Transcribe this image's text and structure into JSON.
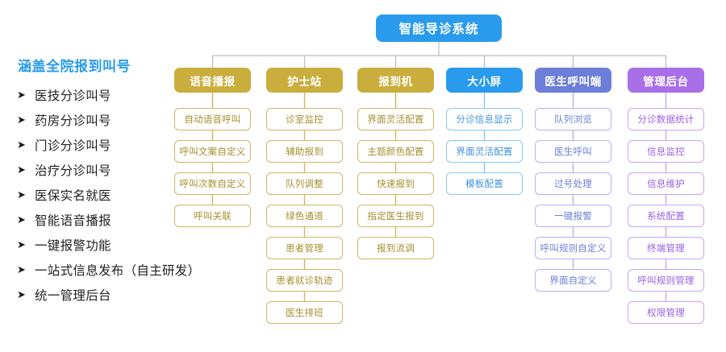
{
  "sidebar": {
    "title": "涵盖全院报到叫号",
    "bullet_glyph": "➤",
    "items": [
      "医技分诊叫号",
      "药房分诊叫号",
      "门诊分诊叫号",
      "治疗分诊叫号",
      "医保实名就医",
      "智能语音播报",
      "一键报警功能",
      "一站式信息发布（自主研发）",
      "统一管理后台"
    ]
  },
  "diagram": {
    "root": {
      "label": "智能导诊系统",
      "color": "#2a9bec"
    },
    "connector_color": "#b9bcc4",
    "columns": [
      {
        "header": "语音播报",
        "header_color": "#c9ae3e",
        "node_border_color": "#cdb765",
        "node_text_color": "#a68f2e",
        "items": [
          "自动语音呼叫",
          "呼叫文案自定义",
          "呼叫次数自定义",
          "呼叫关联"
        ]
      },
      {
        "header": "护士站",
        "header_color": "#c9ae3e",
        "node_border_color": "#cdb765",
        "node_text_color": "#a68f2e",
        "items": [
          "诊室监控",
          "辅助报到",
          "队列调整",
          "绿色通道",
          "患者管理",
          "患者就诊轨迹",
          "医生排班"
        ]
      },
      {
        "header": "报到机",
        "header_color": "#c9ae3e",
        "node_border_color": "#cdb765",
        "node_text_color": "#a68f2e",
        "items": [
          "界面灵活配置",
          "主题颜色配置",
          "快速报到",
          "指定医生报到",
          "报到流调"
        ]
      },
      {
        "header": "大小屏",
        "header_color": "#2a9bec",
        "node_border_color": "#8cc6f2",
        "node_text_color": "#3f93dd",
        "items": [
          "分诊信息显示",
          "界面灵活配置",
          "模板配置"
        ]
      },
      {
        "header": "医生呼叫端",
        "header_color": "#6c7fd8",
        "node_border_color": "#b0b6ee",
        "node_text_color": "#6c7fd8",
        "items": [
          "队列浏览",
          "医生呼叫",
          "过号处理",
          "一键报警",
          "呼叫规则自定义",
          "界面自定义"
        ]
      },
      {
        "header": "管理后台",
        "header_color": "#a96fe8",
        "node_border_color": "#c9a6f2",
        "node_text_color": "#9a5fe0",
        "items": [
          "分诊数据统计",
          "信息监控",
          "信息维护",
          "系统配置",
          "终端管理",
          "呼叫规则管理",
          "权限管理"
        ]
      }
    ]
  }
}
